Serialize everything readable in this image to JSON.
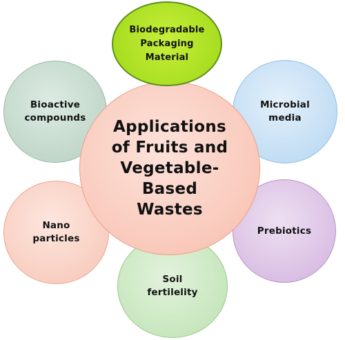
{
  "diagram": {
    "center": "Applications\nof Fruits and\nVegetable-\nBased\nWastes",
    "nodes": {
      "packaging": "Biodegradable\nPackaging\nMaterial",
      "bioactive": "Bioactive\ncompounds",
      "microbial": "Microbial\nmedia",
      "nano": "Nano\nparticles",
      "prebiotics": "Prebiotics",
      "soil": "Soil\nfertilelity"
    },
    "colors": {
      "packaging": "#a6dc1e",
      "bioactive": "#bfd6c8",
      "microbial": "#c0dcf3",
      "nano": "#f8cdbf",
      "prebiotics": "#d9bee3",
      "soil": "#c6e6bc",
      "center": "#f9c9bb"
    }
  }
}
